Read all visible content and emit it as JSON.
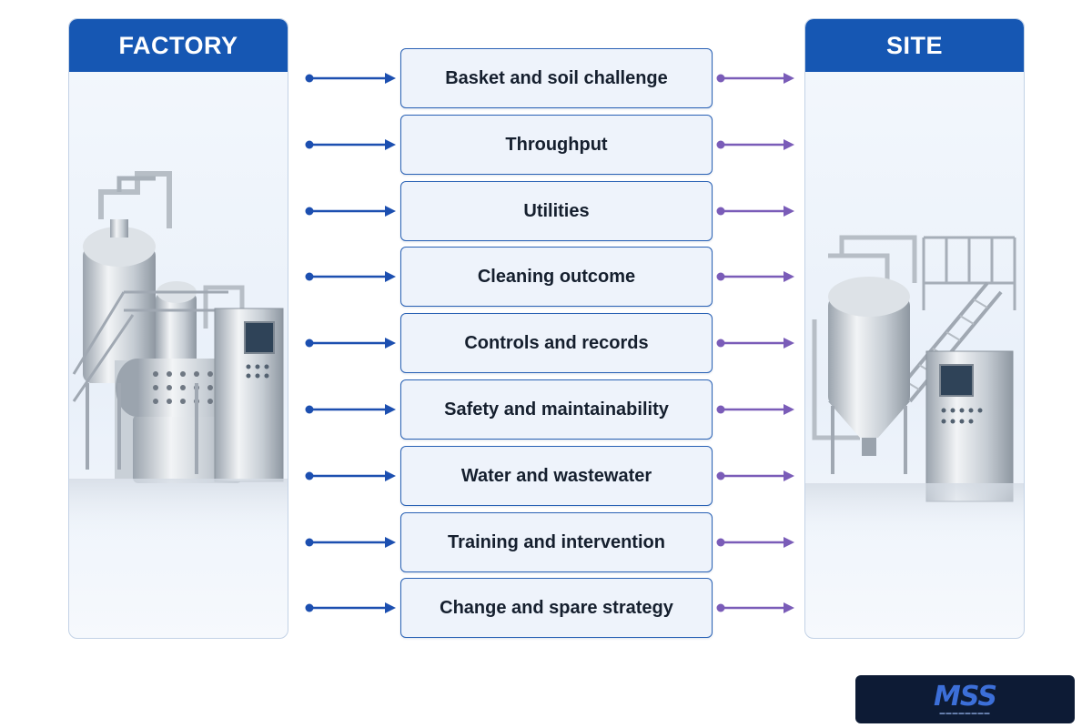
{
  "left_panel": {
    "title": "FACTORY"
  },
  "right_panel": {
    "title": "SITE"
  },
  "items": [
    {
      "label": "Basket and soil challenge"
    },
    {
      "label": "Throughput"
    },
    {
      "label": "Utilities"
    },
    {
      "label": "Cleaning outcome"
    },
    {
      "label": "Controls and records"
    },
    {
      "label": "Safety and maintainability"
    },
    {
      "label": "Water and wastewater"
    },
    {
      "label": "Training and intervention"
    },
    {
      "label": "Change and spare strategy"
    }
  ],
  "colors": {
    "header": "#1657b3",
    "arrow_in": "#1c4fb0",
    "arrow_out": "#7a5cb8",
    "box_border": "#2a62b5"
  },
  "logo": {
    "text": "MSS"
  }
}
